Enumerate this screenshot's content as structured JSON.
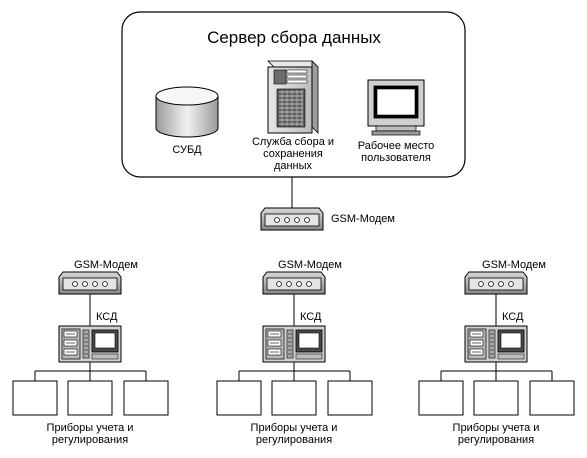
{
  "server": {
    "title": "Сервер сбора данных",
    "dbms_label": "СУБД",
    "service_label": "Служба сбора и\nсохранения\nданных",
    "workstation_label": "Рабочее место\nпользователя"
  },
  "central_modem_label": "GSM-Модем",
  "sites": [
    {
      "modem_label": "GSM-Модем",
      "controller_label": "КСД",
      "devices_label": "Приборы учета и\nрегулирования"
    },
    {
      "modem_label": "GSM-Модем",
      "controller_label": "КСД",
      "devices_label": "Приборы учета и\nрегулирования"
    },
    {
      "modem_label": "GSM-Модем",
      "controller_label": "КСД",
      "devices_label": "Приборы учета и\nрегулирования"
    }
  ],
  "icons": {
    "dbms": "database-cylinder-icon",
    "service": "server-tower-icon",
    "workstation": "monitor-icon",
    "modem": "modem-icon",
    "controller": "controller-terminal-icon",
    "device": "meter-device-icon"
  }
}
